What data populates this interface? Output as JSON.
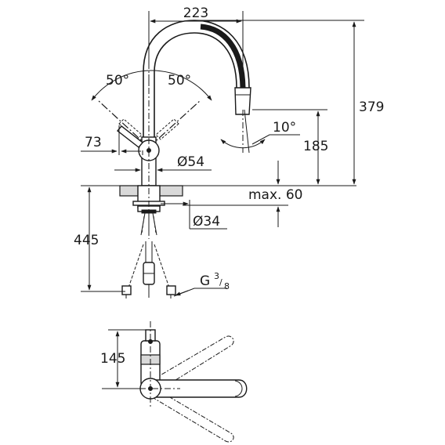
{
  "dimensions": {
    "spout_reach": "223",
    "total_height": "379",
    "lever_angle_left": "50°",
    "lever_angle_right": "50°",
    "spout_tilt": "10°",
    "outlet_height": "185",
    "lever_offset": "73",
    "body_diameter": "Ø54",
    "max_deck_thickness": "max. 60",
    "hole_diameter": "Ø34",
    "hose_length": "445",
    "connection_thread": "G",
    "thread_numerator": "3",
    "thread_denominator": "8",
    "plan_depth": "145"
  },
  "colors": {
    "line": "#1a1a1a",
    "background": "#ffffff"
  }
}
